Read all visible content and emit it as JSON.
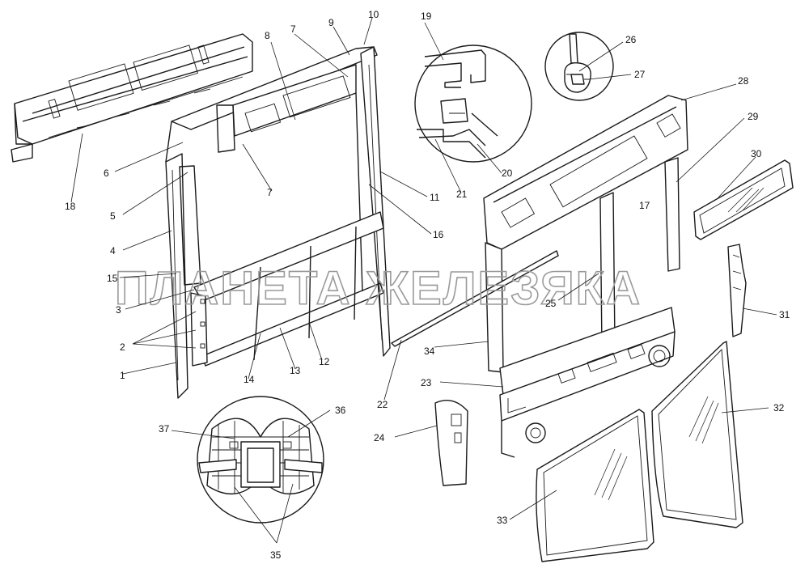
{
  "watermark": "ПЛАНЕТА ЖЕЛЕЗЯКА",
  "part_labels": [
    "1",
    "2",
    "3",
    "4",
    "5",
    "6",
    "7",
    "7",
    "8",
    "9",
    "10",
    "11",
    "12",
    "13",
    "14",
    "15",
    "16",
    "17",
    "18",
    "19",
    "20",
    "21",
    "22",
    "23",
    "24",
    "25",
    "26",
    "27",
    "28",
    "29",
    "30",
    "31",
    "32",
    "33",
    "34",
    "35",
    "36",
    "37"
  ]
}
